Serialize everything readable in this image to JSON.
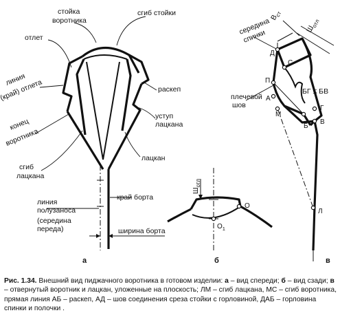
{
  "figure": {
    "a": {
      "panel_letter": "а",
      "labels": {
        "stand_l1": "стойка",
        "stand_l2": "воротника",
        "stand_fold": "сгиб стойки",
        "otlet": "отлет",
        "edge_l1": "линия",
        "edge_l2": "(край) отлета",
        "raskep": "раскеп",
        "konets_l1": "конец",
        "konets_l2": "воротника",
        "ustup_l1": "уступ",
        "ustup_l2": "лацкана",
        "lackan": "лацкан",
        "sgib_l1": "сгиб",
        "sgib_l2": "лацкана",
        "kray_borta": "край борта",
        "polu_l1": "линия",
        "polu_l2": "полузаноса",
        "polu_l3": "(середина",
        "polu_l4": "переда)",
        "shirina": "ширина борта"
      }
    },
    "b": {
      "panel_letter": "б",
      "w_sym": "Ш",
      "w_sub": "отл",
      "pt_O": "О",
      "pt_O1": "О",
      "pt_O1_sub": "1"
    },
    "c": {
      "panel_letter": "в",
      "mid_l1": "середина",
      "mid_l2": "спинки",
      "w_st_sym": "В",
      "w_st_sub": "ст",
      "w_otl_sym": "Ш",
      "w_otl_sub": "отл",
      "shoulder_l1": "плечевой",
      "shoulder_l2": "шов",
      "relation": "БГ ≤ БВ",
      "points": {
        "D": "Д",
        "C": "С",
        "P": "П",
        "A": "А",
        "M": "М",
        "G": "Г",
        "B": "Б",
        "V": "В",
        "L": "Л"
      }
    }
  },
  "caption": {
    "fig_num": "Рис. 1.34.",
    "p1": " Внешний вид пиджачного воротника в готовом изделии: ",
    "a": "а",
    "p2": " – вид спереди; ",
    "b": "б",
    "p3": " – вид сзади; ",
    "v": "в",
    "p4": " – отвернутый воротник и лацкан, уложенные на плоскость; ЛМ – сгиб лацкана, МС – сгиб воротника, прямая линия АБ – раскеп, АД – шов соединения среза стойки с горловиной, ДАБ – горловина спинки и полочки ."
  }
}
